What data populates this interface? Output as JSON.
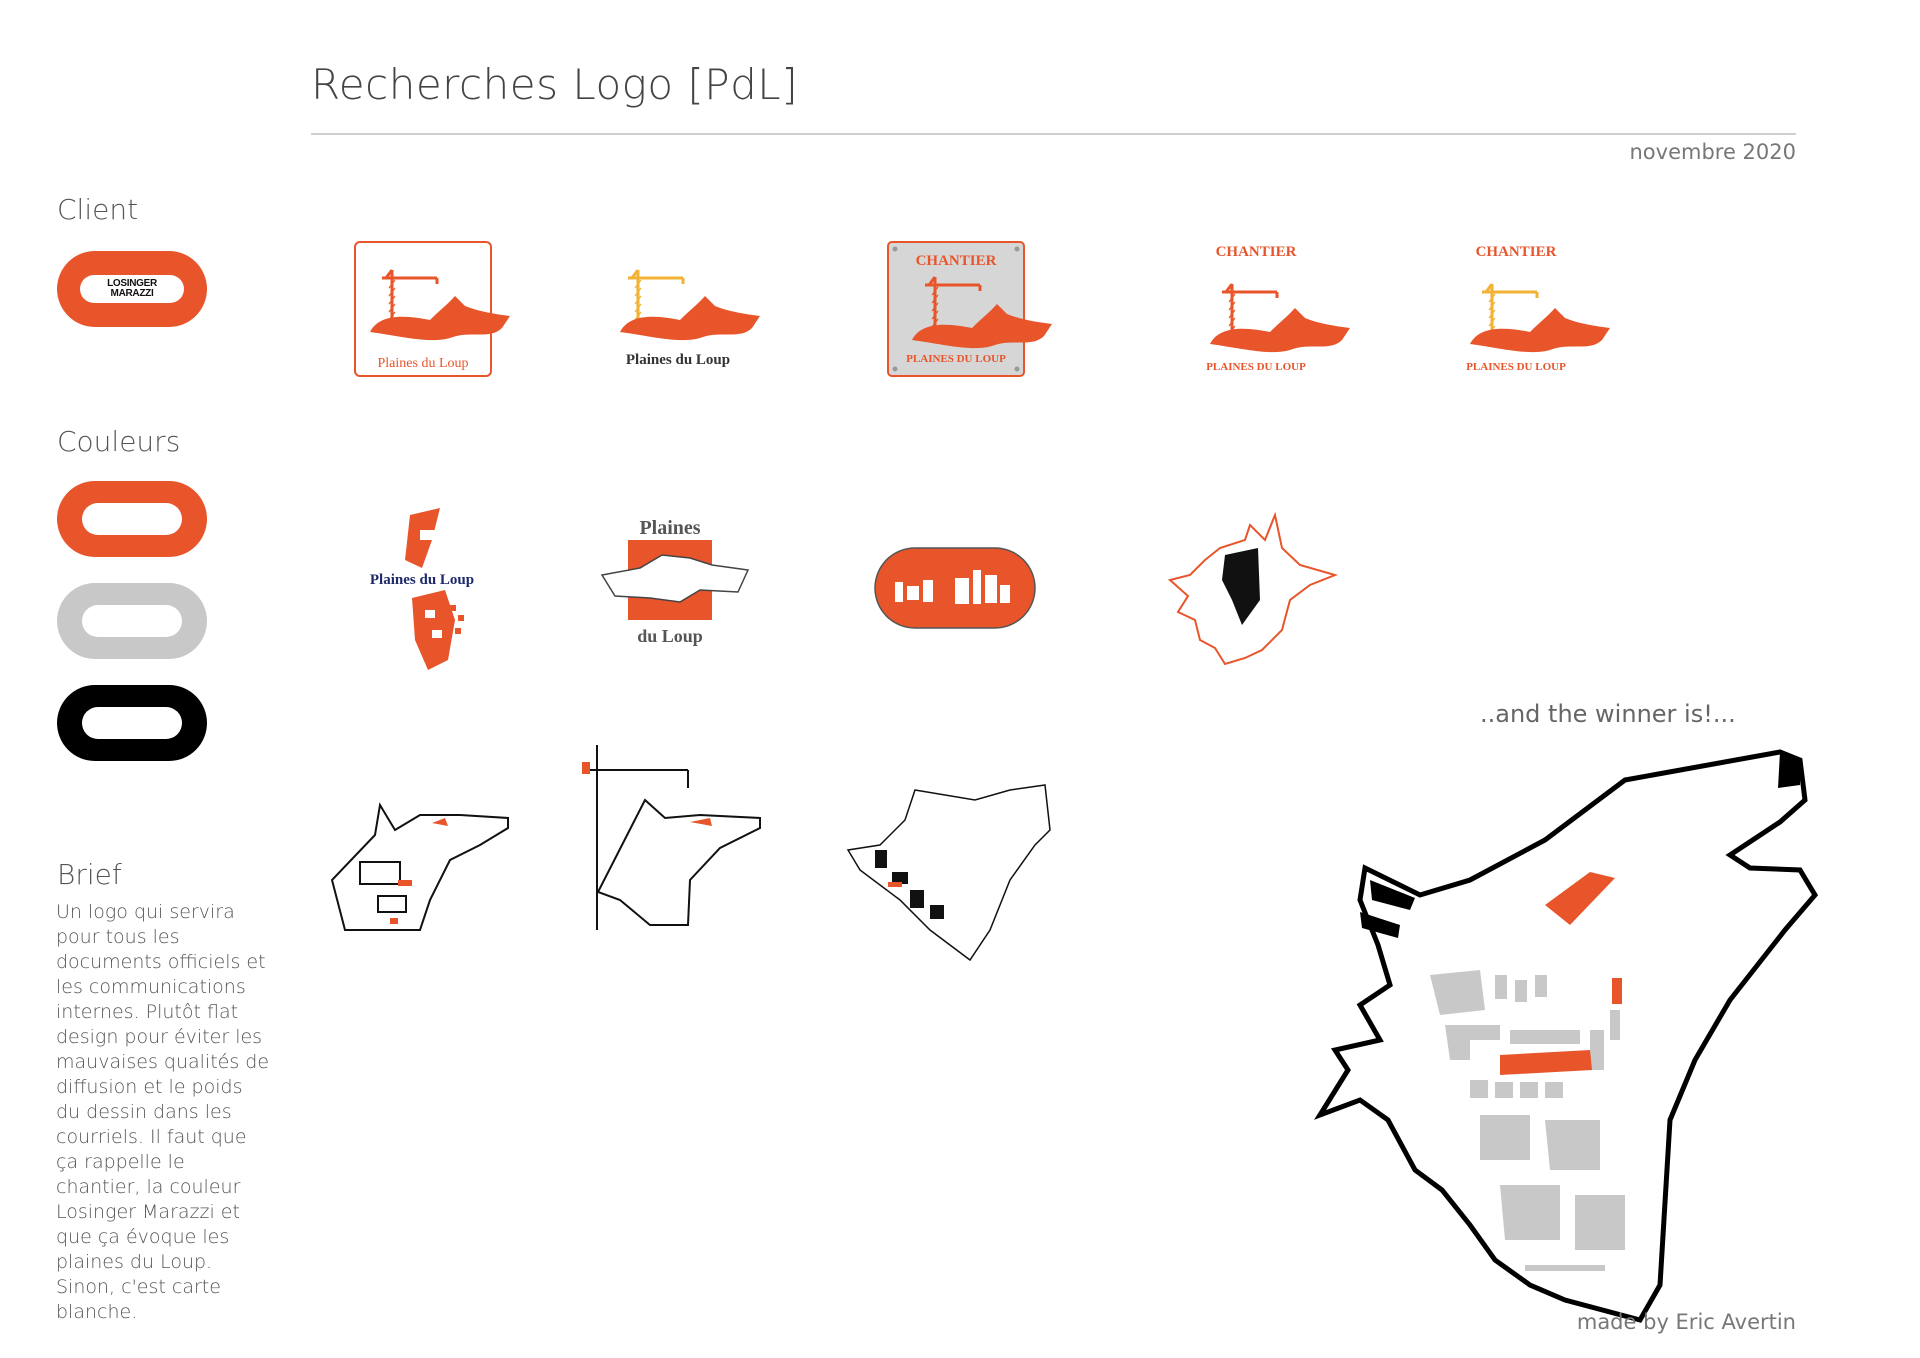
{
  "header": {
    "title": "Recherches Logo [PdL]",
    "date": "novembre 2020"
  },
  "sidebar": {
    "client_label": "Client",
    "client_logo": {
      "line1": "LOSINGER",
      "line2": "MARAZZI"
    },
    "colors_label": "Couleurs",
    "colors": [
      "#e8552b",
      "#c8c8c8",
      "#000000"
    ],
    "brief_label": "Brief",
    "brief_text": "Un logo qui servira pour tous les documents officiels et les communications internes. Plutôt flat design pour éviter les mauvaises qualités de diffusion et le poids du dessin dans les courriels. Il faut que ça rappelle le chantier, la couleur Losinger Marazzi et que ça évoque les plaines du Loup. Sinon, c'est carte blanche."
  },
  "logos": {
    "logo1_caption": "Plaines du Loup",
    "logo2_caption": "Plaines du Loup",
    "logo3_top": "CHANTIER",
    "logo3_bottom": "PLAINES DU LOUP",
    "logo4_top": "CHANTIER",
    "logo4_bottom": "PLAINES DU LOUP",
    "logo5_top": "CHANTIER",
    "logo5_bottom": "PLAINES DU LOUP",
    "logo6_caption": "Plaines du Loup",
    "logo7_top": "Plaines",
    "logo7_bottom": "du Loup"
  },
  "winner_text": "..and the winner is!...",
  "credit": "made by Eric Avertin",
  "brand_colors": {
    "orange": "#e8552b",
    "grey": "#c8c8c8",
    "black": "#000000",
    "crane_yellow": "#f2b233"
  }
}
